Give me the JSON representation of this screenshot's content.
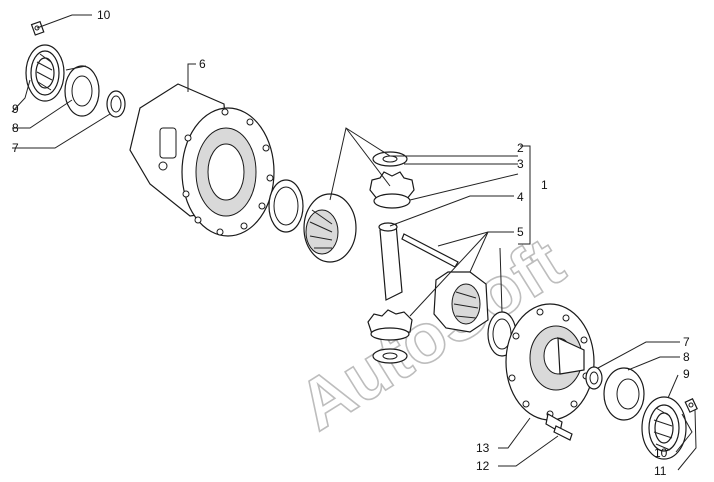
{
  "watermark": "AutoSoft",
  "callouts": {
    "c10a": "10",
    "c9a": "9",
    "c8a": "8",
    "c7a": "7",
    "c6": "6",
    "c2": "2",
    "c3": "3",
    "c1": "1",
    "c4": "4",
    "c5": "5",
    "c7b": "7",
    "c8b": "8",
    "c9b": "9",
    "c13": "13",
    "c10b": "10",
    "c12": "12",
    "c11": "11"
  }
}
